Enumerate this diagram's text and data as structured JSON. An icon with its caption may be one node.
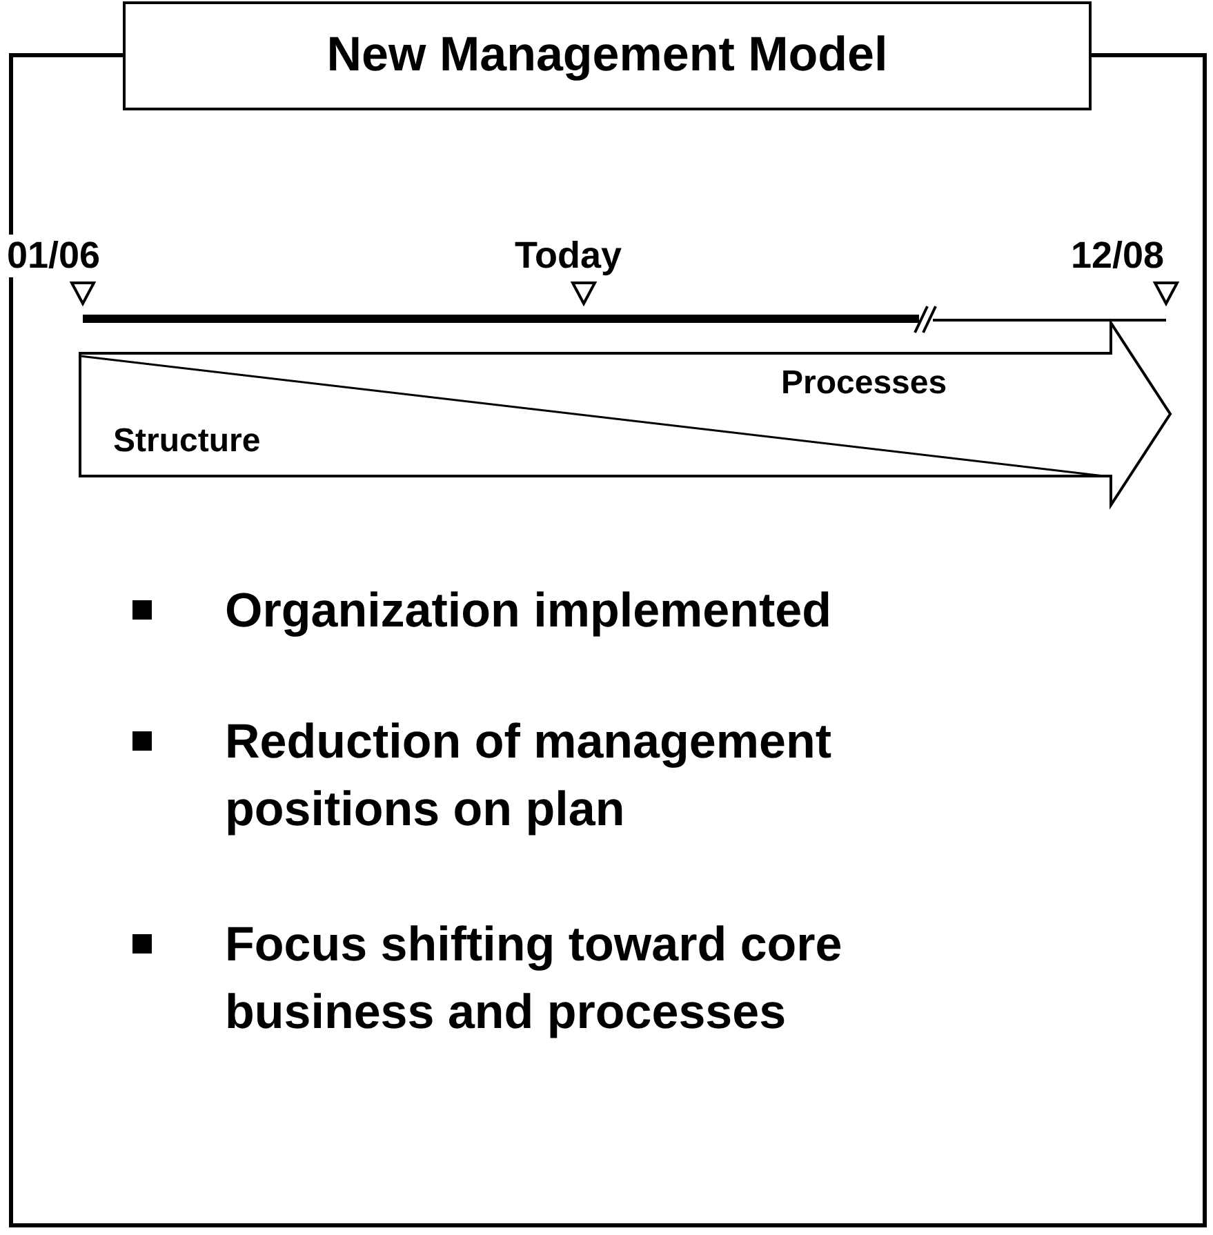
{
  "diagram": {
    "title": "New Management Model",
    "labels": [
      "01/06",
      "Today",
      "12/08",
      "Processes",
      "Structure",
      "Organization implemented",
      "Reduction of management positions on plan",
      "Focus shifting toward core business and processes"
    ]
  }
}
